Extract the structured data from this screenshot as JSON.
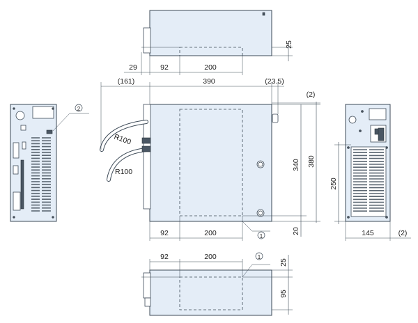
{
  "dimensions": {
    "top_depth": "25",
    "top_offset": "29",
    "top_start": "92",
    "top_pitch": "200",
    "side_cable": "(161)",
    "side_width": "390",
    "side_knob": "(23.5)",
    "side_top_gap": "(2)",
    "side_height_inner": "340",
    "side_height_total": "380",
    "side_bottom": "20",
    "side_start": "92",
    "side_pitch": "200",
    "bend_radius_upper": "R100",
    "bend_radius_lower": "R100",
    "right_height": "250",
    "right_width": "145",
    "right_gap": "(2)",
    "bottom_start": "92",
    "bottom_pitch": "200",
    "bottom_top": "25",
    "bottom_depth": "95"
  },
  "callouts": {
    "ref1_side": "1",
    "ref1_bottom": "1",
    "ref2_left": "2"
  }
}
